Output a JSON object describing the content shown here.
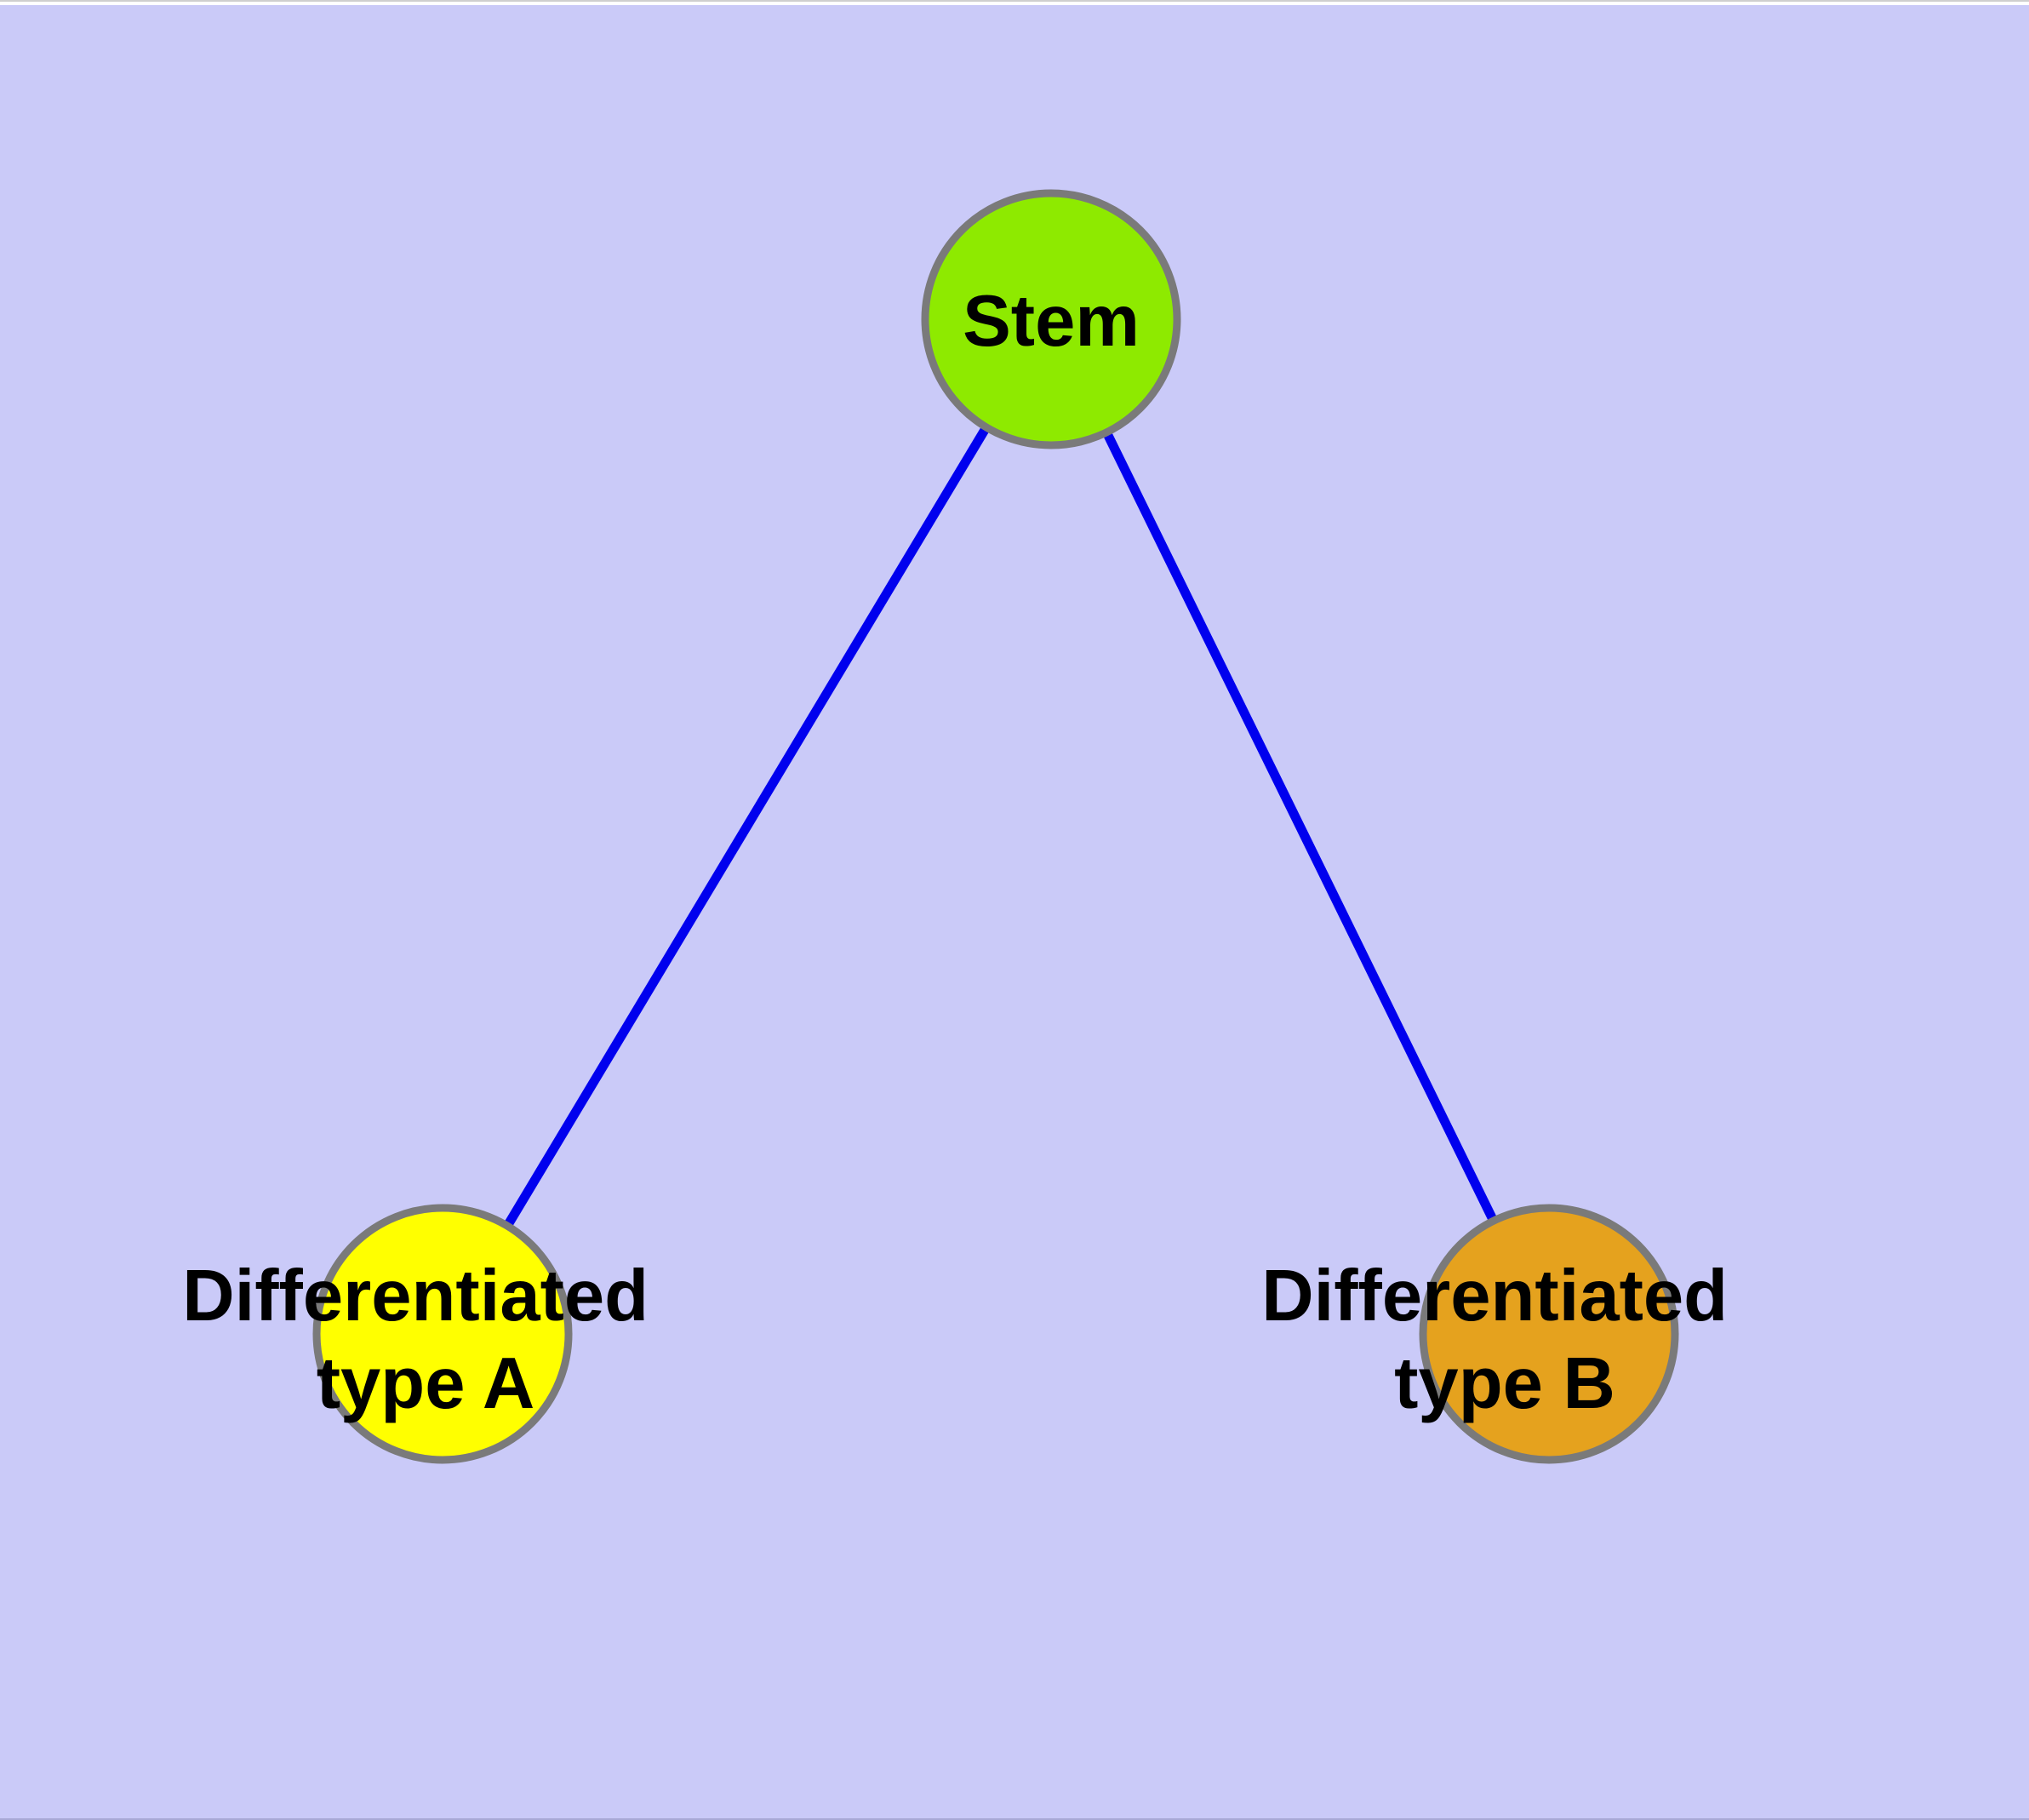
{
  "diagram": {
    "background_color": "#CACAF8",
    "top_margin_color": "#FFFFFF",
    "top_hairline_color": "#CFCFCF",
    "bottom_hairline_color": "#A9A9D6",
    "edge_color": "#0000EE",
    "node_stroke_color": "#7A7A7A",
    "label_color": "#000000",
    "nodes": [
      {
        "id": "stem",
        "label": "Stem",
        "label_lines": [
          "Stem"
        ],
        "fill": "#8EEA00"
      },
      {
        "id": "differentiated-type-a",
        "label": "Differentiated type A",
        "label_lines": [
          "Differentiated",
          "type A"
        ],
        "fill": "#FFFF00"
      },
      {
        "id": "differentiated-type-b",
        "label": "Differentiated type B",
        "label_lines": [
          "Differentiated",
          "type B"
        ],
        "fill": "#E5A21E"
      }
    ],
    "edges": [
      {
        "from": "Stem",
        "to": "Differentiated type A"
      },
      {
        "from": "Stem",
        "to": "Differentiated type B"
      }
    ]
  }
}
